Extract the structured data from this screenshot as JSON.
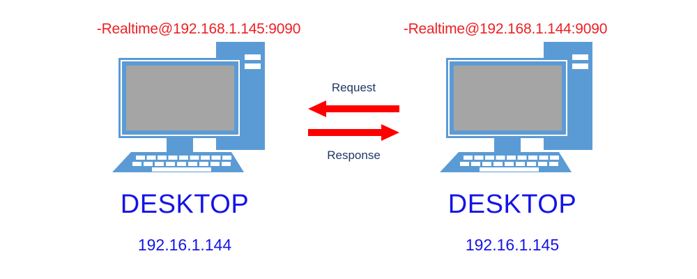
{
  "diagram": {
    "title": "Realtime client-server request/response diagram",
    "background": "#FFFFFF",
    "colors": {
      "icon_blue": "#5B9BD5",
      "screen_gray": "#A5A5A5",
      "arrow_red": "#FF0000",
      "endpoint_red": "#ED2024",
      "node_blue": "#1414E6",
      "flow_navy": "#1F3864",
      "white": "#FFFFFF"
    }
  },
  "nodes": [
    {
      "id": "left",
      "endpoint": "-Realtime@192.168.1.145:9090",
      "title": "DESKTOP",
      "ip": "192.16.1.144",
      "icon": "desktop-computer-icon"
    },
    {
      "id": "right",
      "endpoint": "-Realtime@192.168.1.144:9090",
      "title": "DESKTOP",
      "ip": "192.16.1.145",
      "icon": "desktop-computer-icon"
    }
  ],
  "flows": [
    {
      "id": "request",
      "label": "Request",
      "direction": "right-to-left",
      "color": "#FF0000"
    },
    {
      "id": "response",
      "label": "Response",
      "direction": "left-to-right",
      "color": "#FF0000"
    }
  ]
}
